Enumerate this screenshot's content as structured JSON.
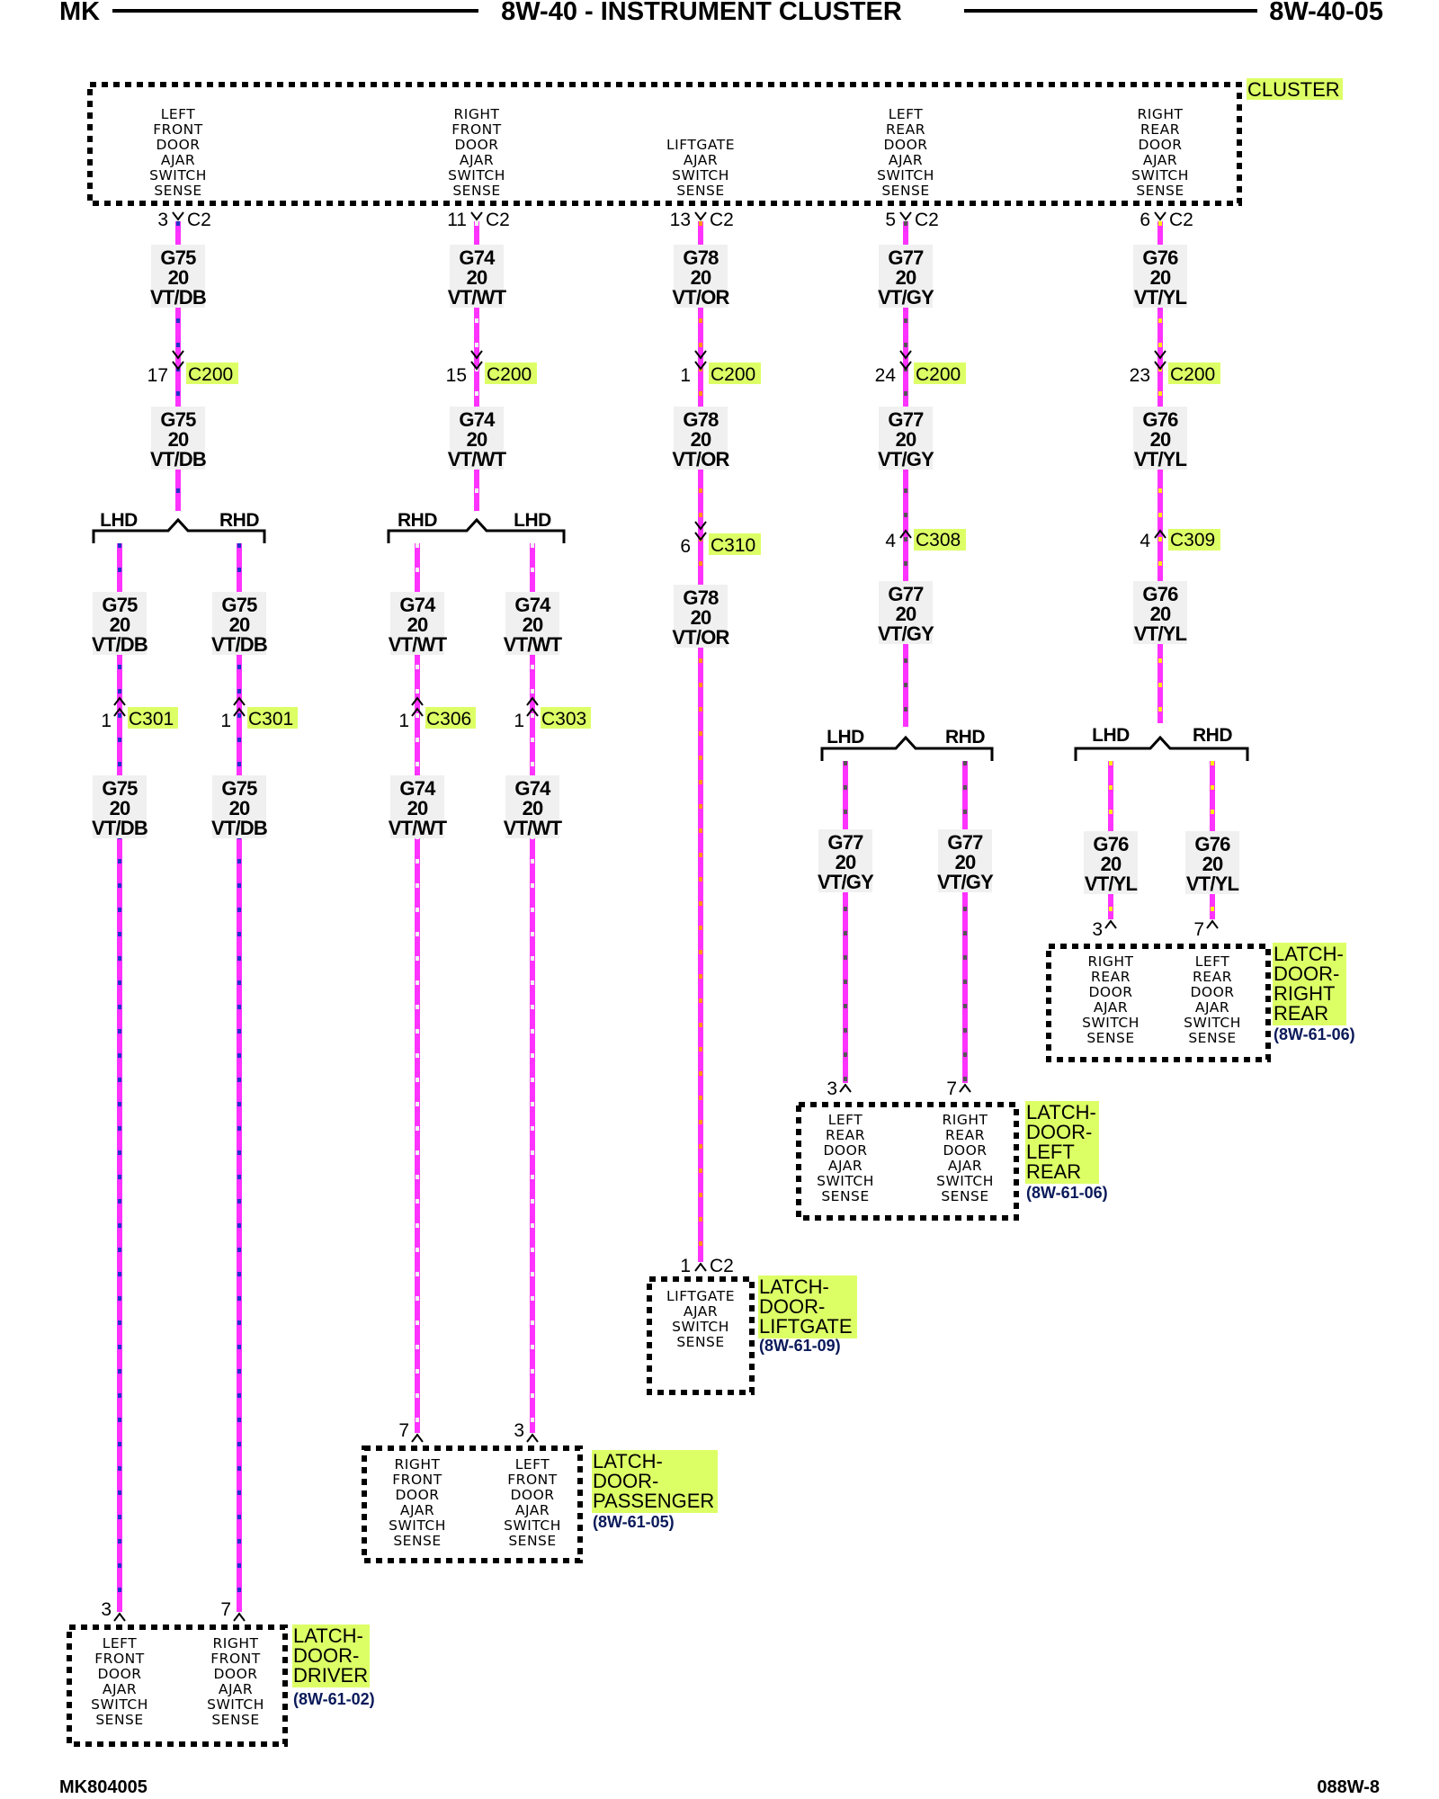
{
  "header": {
    "left": "MK",
    "title": "8W-40 - INSTRUMENT CLUSTER",
    "right": "8W-40-05"
  },
  "footer": {
    "left": "MK804005",
    "right": "088W-8"
  },
  "colors": {
    "wire_violet": "#ff33ff",
    "stripe_db": "#1f35c8",
    "stripe_wt": "#f2f2f2",
    "stripe_or": "#ff9900",
    "stripe_gy": "#555555",
    "stripe_yl": "#ffee00",
    "highlight": "#ddff66",
    "label_bg": "#f0f0f0"
  },
  "cluster": {
    "name": "CLUSTER",
    "pins": [
      {
        "lines": [
          "LEFT",
          "FRONT",
          "DOOR",
          "AJAR",
          "SWITCH",
          "SENSE"
        ],
        "pin": "3",
        "conn": "C2"
      },
      {
        "lines": [
          "RIGHT",
          "FRONT",
          "DOOR",
          "AJAR",
          "SWITCH",
          "SENSE"
        ],
        "pin": "11",
        "conn": "C2"
      },
      {
        "lines": [
          "LIFTGATE",
          "AJAR",
          "SWITCH",
          "SENSE"
        ],
        "pin": "13",
        "conn": "C2"
      },
      {
        "lines": [
          "LEFT",
          "REAR",
          "DOOR",
          "AJAR",
          "SWITCH",
          "SENSE"
        ],
        "pin": "5",
        "conn": "C2"
      },
      {
        "lines": [
          "RIGHT",
          "REAR",
          "DOOR",
          "AJAR",
          "SWITCH",
          "SENSE"
        ],
        "pin": "6",
        "conn": "C2"
      }
    ]
  },
  "wires": {
    "g75": [
      "G75",
      "20",
      "VT/DB"
    ],
    "g74": [
      "G74",
      "20",
      "VT/WT"
    ],
    "g78": [
      "G78",
      "20",
      "VT/OR"
    ],
    "g77": [
      "G77",
      "20",
      "VT/GY"
    ],
    "g76": [
      "G76",
      "20",
      "VT/YL"
    ]
  },
  "connectors": {
    "c200_a": {
      "pin": "17",
      "name": "C200"
    },
    "c200_b": {
      "pin": "15",
      "name": "C200"
    },
    "c200_c": {
      "pin": "1",
      "name": "C200"
    },
    "c200_d": {
      "pin": "24",
      "name": "C200"
    },
    "c200_e": {
      "pin": "23",
      "name": "C200"
    },
    "c310": {
      "pin": "6",
      "name": "C310"
    },
    "c308": {
      "pin": "4",
      "name": "C308"
    },
    "c309": {
      "pin": "4",
      "name": "C309"
    },
    "c301_a": {
      "pin": "1",
      "name": "C301"
    },
    "c301_b": {
      "pin": "1",
      "name": "C301"
    },
    "c306": {
      "pin": "1",
      "name": "C306"
    },
    "c303": {
      "pin": "1",
      "name": "C303"
    }
  },
  "branches": {
    "lhd": "LHD",
    "rhd": "RHD"
  },
  "components": {
    "driver": {
      "name_lines": [
        "LATCH-",
        "DOOR-",
        "DRIVER"
      ],
      "ref": "(8W-61-02)",
      "pins": [
        {
          "pin": "3",
          "lines": [
            "LEFT",
            "FRONT",
            "DOOR",
            "AJAR",
            "SWITCH",
            "SENSE"
          ]
        },
        {
          "pin": "7",
          "lines": [
            "RIGHT",
            "FRONT",
            "DOOR",
            "AJAR",
            "SWITCH",
            "SENSE"
          ]
        }
      ]
    },
    "passenger": {
      "name_lines": [
        "LATCH-",
        "DOOR-",
        "PASSENGER"
      ],
      "ref": "(8W-61-05)",
      "pins": [
        {
          "pin": "7",
          "lines": [
            "RIGHT",
            "FRONT",
            "DOOR",
            "AJAR",
            "SWITCH",
            "SENSE"
          ]
        },
        {
          "pin": "3",
          "lines": [
            "LEFT",
            "FRONT",
            "DOOR",
            "AJAR",
            "SWITCH",
            "SENSE"
          ]
        }
      ]
    },
    "liftgate": {
      "name_lines": [
        "LATCH-",
        "DOOR-",
        "LIFTGATE"
      ],
      "ref": "(8W-61-09)",
      "pin": "1",
      "conn": "C2",
      "lines": [
        "LIFTGATE",
        "AJAR",
        "SWITCH",
        "SENSE"
      ]
    },
    "left_rear": {
      "name_lines": [
        "LATCH-",
        "DOOR-",
        "LEFT",
        "REAR"
      ],
      "ref": "(8W-61-06)",
      "pins": [
        {
          "pin": "3",
          "lines": [
            "LEFT",
            "REAR",
            "DOOR",
            "AJAR",
            "SWITCH",
            "SENSE"
          ]
        },
        {
          "pin": "7",
          "lines": [
            "RIGHT",
            "REAR",
            "DOOR",
            "AJAR",
            "SWITCH",
            "SENSE"
          ]
        }
      ]
    },
    "right_rear": {
      "name_lines": [
        "LATCH-",
        "DOOR-",
        "RIGHT",
        "REAR"
      ],
      "ref": "(8W-61-06)",
      "pins": [
        {
          "pin": "3",
          "lines": [
            "RIGHT",
            "REAR",
            "DOOR",
            "AJAR",
            "SWITCH",
            "SENSE"
          ]
        },
        {
          "pin": "7",
          "lines": [
            "LEFT",
            "REAR",
            "DOOR",
            "AJAR",
            "SWITCH",
            "SENSE"
          ]
        }
      ]
    }
  }
}
